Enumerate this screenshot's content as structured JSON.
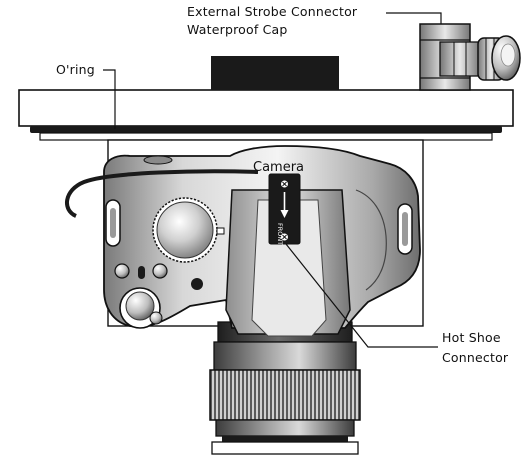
{
  "labels": {
    "strobe_line1": "External Strobe Connector",
    "strobe_line2": "Waterproof Cap",
    "oring": "O'ring",
    "camera": "Camera",
    "hotshoe_line1": "Hot Shoe",
    "hotshoe_line2": "Connector",
    "front_mark": "FRONT"
  },
  "colors": {
    "outline": "#111111",
    "fill": "#ffffff",
    "dark": "#1a1a1a",
    "mid_gray": "#8c8c8c",
    "light_gray": "#d6d6d6",
    "lens_gray": "#6d6d6d"
  }
}
